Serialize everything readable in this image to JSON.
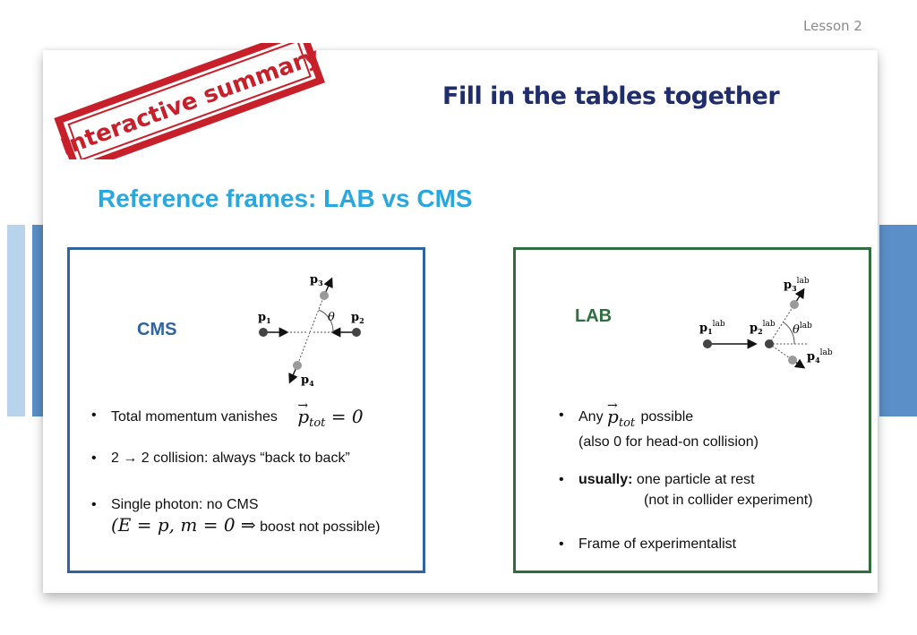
{
  "header": {
    "lesson": "Lesson 2"
  },
  "stamp": {
    "text": "Interactive summary"
  },
  "slide": {
    "title": "Fill in the tables together",
    "subtitle": "Reference frames: LAB vs CMS"
  },
  "colors": {
    "title": "#1f2d6b",
    "subtitle": "#29a8e0",
    "cms_accent": "#2f64a0",
    "lab_accent": "#2f6e3f",
    "stamp": "#c8202a"
  },
  "cms": {
    "label": "CMS",
    "diagram": {
      "p1": "p",
      "p1_sub": "1",
      "p2": "p",
      "p2_sub": "2",
      "p3": "p",
      "p3_sub": "3",
      "p4": "p",
      "p4_sub": "4",
      "theta": "θ"
    },
    "bullets": [
      {
        "bullet": "•",
        "text": "Total momentum vanishes",
        "math": "p tot = 0"
      },
      {
        "bullet": "•",
        "text": "2 → 2 collision: always “back to back”"
      },
      {
        "bullet": "•",
        "text": "Single photon: no CMS",
        "line2_math": "(E = p, m = 0 ⇒",
        "line2_text": "boost not possible)"
      }
    ]
  },
  "lab": {
    "label": "LAB",
    "diagram": {
      "p1": "p",
      "p1_sub": "1",
      "p2": "p",
      "p2_sub": "2",
      "p3": "p",
      "p3_sub": "3",
      "p4": "p",
      "p4_sub": "4",
      "sup": "lab",
      "theta": "θ",
      "theta_sup": "lab"
    },
    "bullets": [
      {
        "bullet": "•",
        "pre": "Any",
        "math": "p tot",
        "text": "possible",
        "line2": "(also 0 for head-on collision)"
      },
      {
        "bullet": "•",
        "bold": "usually:",
        "text": "one particle at rest",
        "line2": "(not in collider experiment)"
      },
      {
        "bullet": "•",
        "text": "Frame of experimentalist"
      }
    ]
  }
}
